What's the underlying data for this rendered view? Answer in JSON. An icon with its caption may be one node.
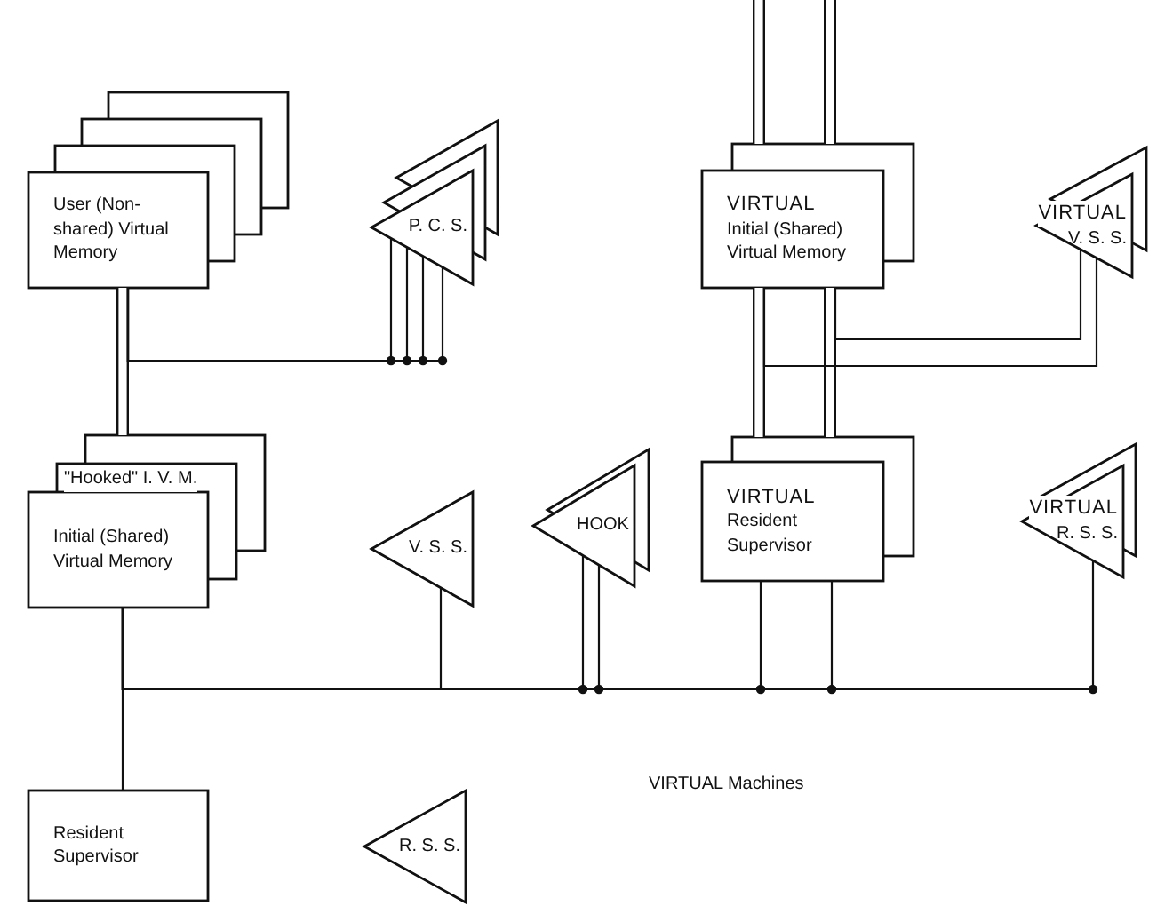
{
  "diagram": {
    "nodes": [
      {
        "text": [
          "User (Non-shared) Virtual Memory"
        ]
      },
      {
        "text": [
          "P. C. S."
        ]
      },
      {
        "text": [
          "VIRTUAL",
          "Initial (Shared) Virtual Memory"
        ]
      },
      {
        "text": [
          "VIRTUAL",
          "V. S. S."
        ]
      },
      {
        "text": [
          "\"Hooked\" I. V. M.",
          "Initial (Shared) Virtual Memory"
        ]
      },
      {
        "text": [
          "V. S. S."
        ]
      },
      {
        "text": [
          "HOOK"
        ]
      },
      {
        "text": [
          "VIRTUAL",
          "Resident Supervisor"
        ]
      },
      {
        "text": [
          "VIRTUAL",
          "R. S. S."
        ]
      },
      {
        "text": [
          "Resident Supervisor"
        ]
      },
      {
        "text": [
          "R. S. S."
        ]
      }
    ],
    "edges": [
      {
        "from": 0,
        "to": 4,
        "arrow": "none",
        "style": "thick"
      },
      {
        "from": 0,
        "to": 1,
        "arrow": "none"
      },
      {
        "from": 0,
        "to": 1,
        "arrow": "none"
      },
      {
        "from": 0,
        "to": 1,
        "arrow": "none"
      },
      {
        "from": 0,
        "to": 1,
        "arrow": "none"
      },
      {
        "from": null,
        "to": 2,
        "arrow": "none",
        "style": "thick"
      },
      {
        "from": null,
        "to": 2,
        "arrow": "none",
        "style": "thick"
      },
      {
        "from": 2,
        "to": 7,
        "arrow": "none",
        "style": "thick"
      },
      {
        "from": 2,
        "to": 7,
        "arrow": "none",
        "style": "thick"
      },
      {
        "from": 2,
        "to": 3,
        "arrow": "none"
      },
      {
        "from": 2,
        "to": 3,
        "arrow": "none"
      },
      {
        "from": 4,
        "to": 9,
        "arrow": "none"
      },
      {
        "from": 4,
        "to": 5,
        "arrow": "none"
      },
      {
        "from": 4,
        "to": 6,
        "arrow": "none"
      },
      {
        "from": 4,
        "to": 6,
        "arrow": "none"
      },
      {
        "from": 4,
        "to": 7,
        "arrow": "none"
      },
      {
        "from": 4,
        "to": 7,
        "arrow": "none"
      },
      {
        "from": 4,
        "to": 8,
        "arrow": "none"
      }
    ],
    "labels": [
      "VIRTUAL Machines"
    ]
  }
}
